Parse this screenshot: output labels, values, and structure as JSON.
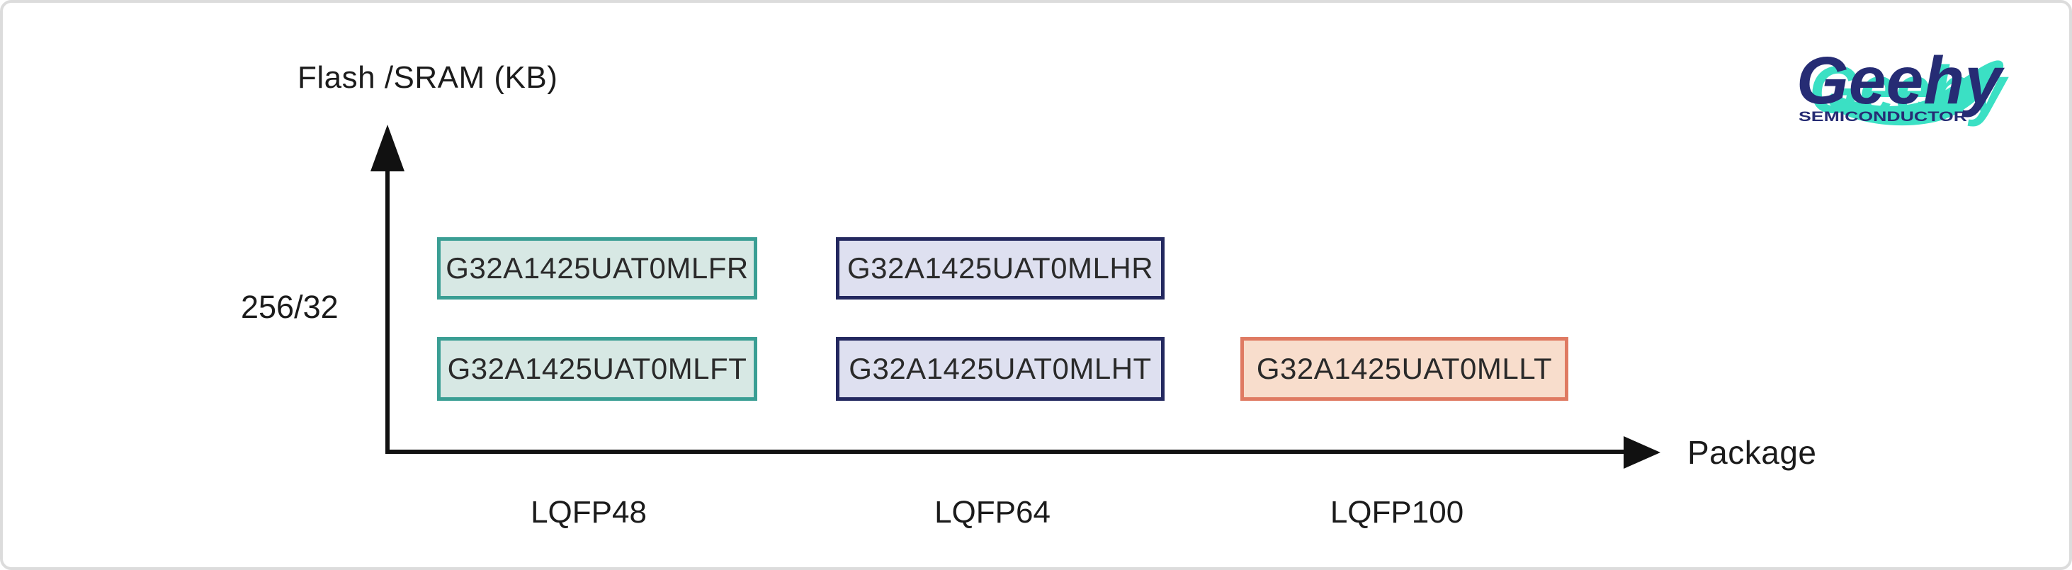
{
  "page": {
    "background": "#ffffff",
    "frame_border_color": "#dcdcdc"
  },
  "logo": {
    "brand": "Geehy",
    "subtitle": "SEMICONDUCTOR",
    "brand_color": "#262c74",
    "accent_color": "#3be0c4"
  },
  "chart_data": {
    "type": "scatter",
    "title": "",
    "xlabel": "Package",
    "ylabel": "Flash /SRAM (KB)",
    "x_categories": [
      "LQFP48",
      "LQFP64",
      "LQFP100"
    ],
    "y_categories": [
      "256/32"
    ],
    "grid": false,
    "legend": "none",
    "axis_color": "#111111",
    "points": [
      {
        "label": "G32A1425UAT0MLFR",
        "x": "LQFP48",
        "y": "256/32",
        "row": "top",
        "variant": "teal"
      },
      {
        "label": "G32A1425UAT0MLFT",
        "x": "LQFP48",
        "y": "256/32",
        "row": "bottom",
        "variant": "teal"
      },
      {
        "label": "G32A1425UAT0MLHR",
        "x": "LQFP64",
        "y": "256/32",
        "row": "top",
        "variant": "navy"
      },
      {
        "label": "G32A1425UAT0MLHT",
        "x": "LQFP64",
        "y": "256/32",
        "row": "bottom",
        "variant": "navy"
      },
      {
        "label": "G32A1425UAT0MLLT",
        "x": "LQFP100",
        "y": "256/32",
        "row": "bottom",
        "variant": "orange"
      }
    ],
    "colors": {
      "teal": {
        "border": "#3a9e94",
        "fill": "#d7e8e4"
      },
      "navy": {
        "border": "#23285f",
        "fill": "#dee0f0"
      },
      "orange": {
        "border": "#df7a62",
        "fill": "#f8ddcc"
      }
    }
  }
}
